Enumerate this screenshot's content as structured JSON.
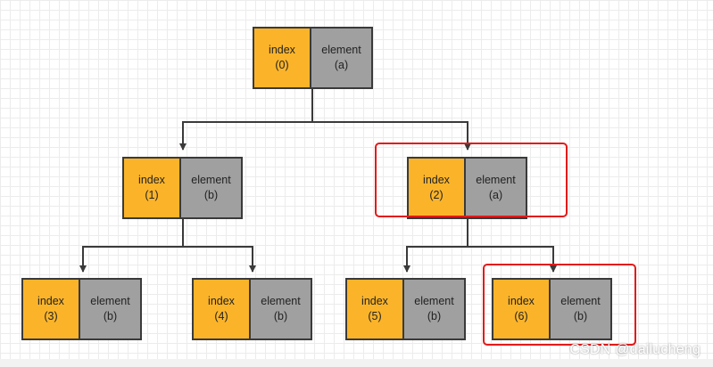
{
  "nodes": [
    {
      "id": "n0",
      "index_label": "index",
      "index_value": "(0)",
      "element_label": "element",
      "element_value": "(a)"
    },
    {
      "id": "n1",
      "index_label": "index",
      "index_value": "(1)",
      "element_label": "element",
      "element_value": "(b)"
    },
    {
      "id": "n2",
      "index_label": "index",
      "index_value": "(2)",
      "element_label": "element",
      "element_value": "(a)"
    },
    {
      "id": "n3",
      "index_label": "index",
      "index_value": "(3)",
      "element_label": "element",
      "element_value": "(b)"
    },
    {
      "id": "n4",
      "index_label": "index",
      "index_value": "(4)",
      "element_label": "element",
      "element_value": "(b)"
    },
    {
      "id": "n5",
      "index_label": "index",
      "index_value": "(5)",
      "element_label": "element",
      "element_value": "(b)"
    },
    {
      "id": "n6",
      "index_label": "index",
      "index_value": "(6)",
      "element_label": "element",
      "element_value": "(b)"
    }
  ],
  "edges": [
    {
      "from": "n0",
      "to": "n1"
    },
    {
      "from": "n0",
      "to": "n2"
    },
    {
      "from": "n1",
      "to": "n3"
    },
    {
      "from": "n1",
      "to": "n4"
    },
    {
      "from": "n2",
      "to": "n5"
    },
    {
      "from": "n2",
      "to": "n6"
    }
  ],
  "highlighted": [
    "n2",
    "n6"
  ],
  "colors": {
    "index_fill": "#fbb42a",
    "element_fill": "#a0a0a0",
    "highlight": "#e21a1a",
    "line": "#3a3a3a"
  },
  "watermark": "CSDN @dailucheng"
}
